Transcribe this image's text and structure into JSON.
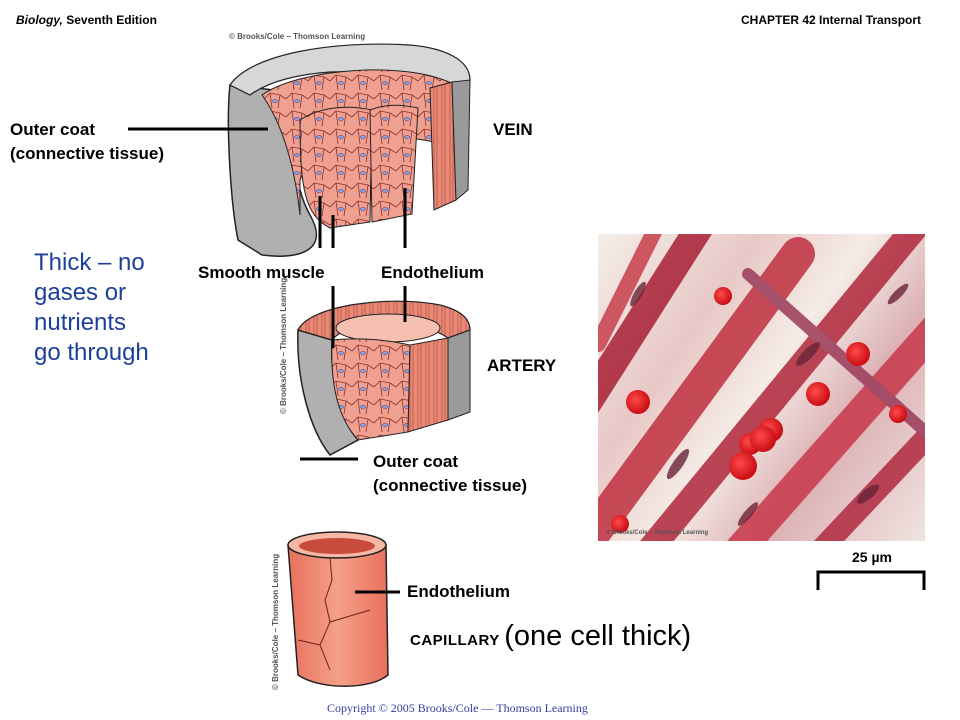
{
  "header": {
    "book_title": "Biology,",
    "edition": " Seventh Edition",
    "chapter": "CHAPTER 42 Internal Transport"
  },
  "labels": {
    "vein_outer_coat_line1": "Outer coat",
    "vein_outer_coat_line2": "(connective tissue)",
    "vein": "VEIN",
    "smooth_muscle": "Smooth muscle",
    "endothelium_vein": "Endothelium",
    "artery": "ARTERY",
    "artery_outer_coat_line1": "Outer coat",
    "artery_outer_coat_line2": "(connective tissue)",
    "endothelium_capillary": "Endothelium",
    "capillary": "CAPILLARY",
    "capillary_note": "(one cell thick)",
    "scale_bar": "25 µm"
  },
  "note": {
    "line1": "Thick – no",
    "line2": "gases or",
    "line3": "nutrients",
    "line4": "go through"
  },
  "credits": {
    "vein": "© Brooks/Cole – Thomson Learning",
    "artery": "© Brooks/Cole – Thomson Learning",
    "capillary": "© Brooks/Cole – Thomson Learning",
    "micrograph": "© Brooks/Cole – Thomson Learning"
  },
  "footer": "Copyright © 2005 Brooks/Cole — Thomson Learning",
  "colors": {
    "note_text": "#1c3f9c",
    "tissue_pink": "#f0a090",
    "tissue_dark": "#d8705e",
    "outer_coat_gray": "#b0b0b0",
    "nucleus_blue": "#8f9fd8"
  }
}
